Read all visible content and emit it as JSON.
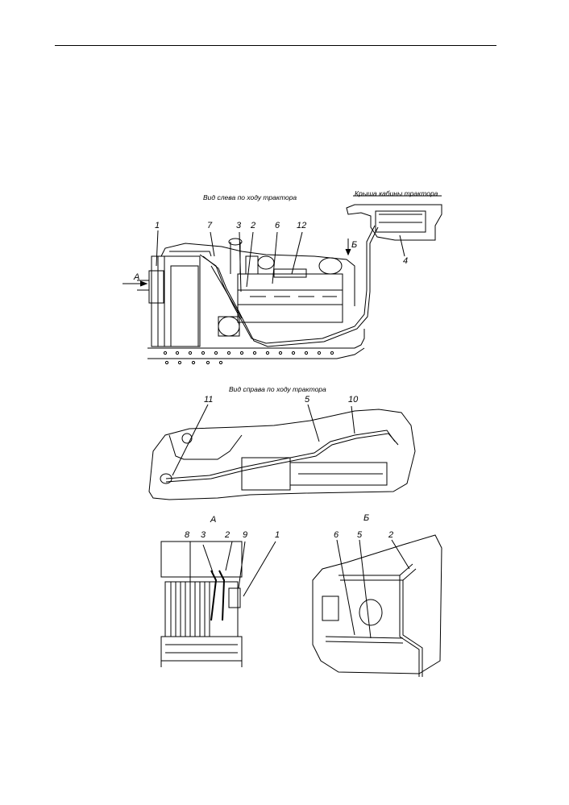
{
  "captions": {
    "left_view": "Вид слева по ходу трактора",
    "right_view": "Вид справа по ходу трактора",
    "cab_roof": "Крыша кабины трактора"
  },
  "view_markers": {
    "a_arrow": "А",
    "b_arrow": "Б",
    "view_a_title": "А",
    "view_b_title": "Б"
  },
  "callouts_left": [
    "1",
    "7",
    "3",
    "2",
    "6",
    "12",
    "4"
  ],
  "callouts_right": [
    "11",
    "5",
    "10"
  ],
  "callouts_view_a": [
    "8",
    "3",
    "2",
    "9",
    "1"
  ],
  "callouts_view_b": [
    "6",
    "5",
    "2"
  ]
}
